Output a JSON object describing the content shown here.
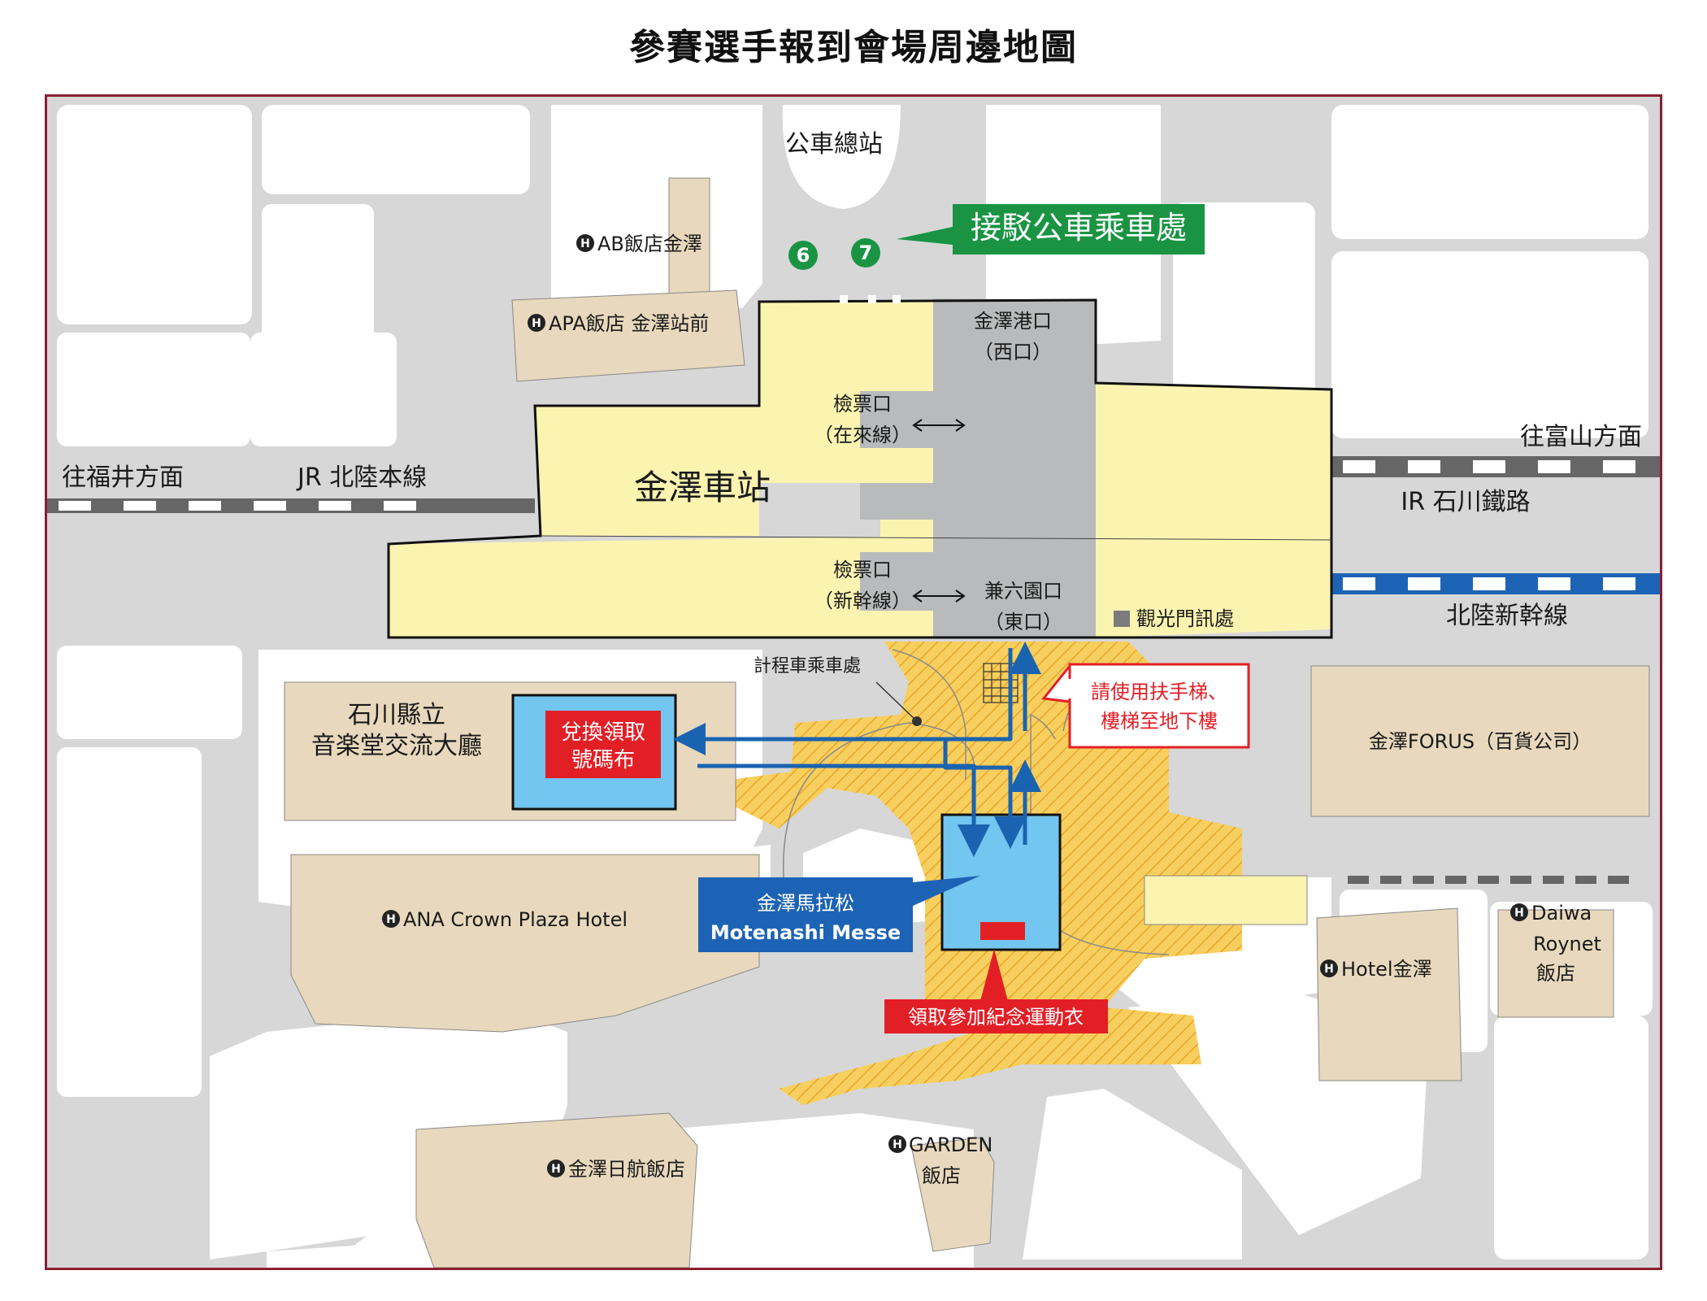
{
  "title": "參賽選手報到會場周邊地圖",
  "labels": {
    "bus_terminal": "公車總站",
    "shuttle_pickup": "接駁公車乘車處",
    "stop_6": "6",
    "stop_7": "7",
    "hotel_ab": "AB飯店金澤",
    "hotel_apa": "APA飯店 金澤站前",
    "station": "金澤車站",
    "west_gate_1": "金澤港口",
    "west_gate_2": "（西口）",
    "ticket_gate_conv_1": "檢票口",
    "ticket_gate_conv_2": "（在來線）",
    "ticket_gate_shink_1": "檢票口",
    "ticket_gate_shink_2": "（新幹線）",
    "east_gate_1": "兼六園口",
    "east_gate_2": "（東口）",
    "tourist_info": "觀光門訊處",
    "toward_fukui": "往福井方面",
    "jr_hokuriku": "JR 北陸本線",
    "toward_toyama": "往富山方面",
    "ir_ishikawa": "IR 石川鐵路",
    "hokuriku_shinkansen": "北陸新幹線",
    "taxi": "計程車乘車處",
    "escalator_note_1": "請使用扶手梯、",
    "escalator_note_2": "樓梯至地下樓",
    "concert_hall_1": "石川縣立",
    "concert_hall_2": "音楽堂交流大廳",
    "bib_exchange_1": "兌換領取",
    "bib_exchange_2": "號碼布",
    "forus": "金澤FORUS（百貨公司）",
    "messe_1": "金澤馬拉松",
    "messe_2": "Motenashi Messe",
    "hotel_ana": "ANA Crown Plaza Hotel",
    "hotel_kanazawa": "Hotel金澤",
    "hotel_daiwa_1": "Daiwa",
    "hotel_daiwa_2": "Roynet",
    "hotel_daiwa_3": "飯店",
    "tshirt": "領取參加紀念運動衣",
    "hotel_nikko": "金澤日航飯店",
    "hotel_garden_1": "GARDEN",
    "hotel_garden_2": "飯店"
  },
  "colors": {
    "frame": "#8a1f30",
    "road": "#d7d7d7",
    "block": "#ffffff",
    "station": "#fbf4b0",
    "concourse": "#b9babb",
    "building": "#e8d8bd",
    "underground": "#f5c242",
    "venue": "#73c6ef",
    "arrow": "#1a63b0",
    "red": "#e31f26",
    "green": "#1a9443",
    "shinkansen": "#1d63b5"
  },
  "icons": {
    "hotel": "hotel-h-icon",
    "bus_stop": "bus-stop-number-icon",
    "info": "tourist-info-square-icon",
    "arrow": "double-arrow-icon",
    "escalator": "escalator-icon"
  }
}
